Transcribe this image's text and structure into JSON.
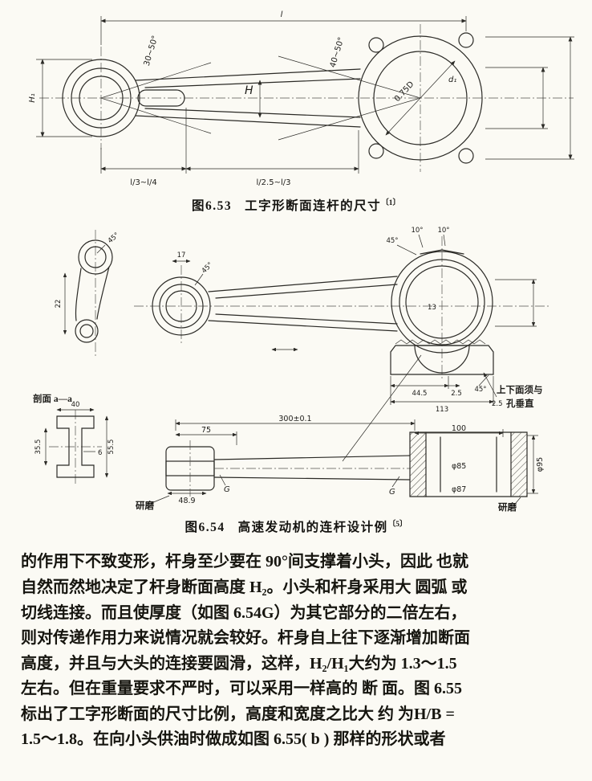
{
  "fig1": {
    "caption_label": "图6.53",
    "caption_title": "工字形断面连杆的尺寸",
    "caption_ref": "〔1〕",
    "labels": {
      "overall_length": "l",
      "angle_small_end": "30~50°",
      "angle_big_end": "40~50°",
      "shaft_height": "H",
      "small_end_height": "H₁",
      "big_bore": "0.75D",
      "big_bore_dia": "d₁",
      "frac_left": "l/3~l/4",
      "frac_mid": "l/2.5~l/3"
    }
  },
  "fig2": {
    "caption_label": "图6.54",
    "caption_title": "高速发动机的连杆设计例",
    "caption_ref": "〔5〕",
    "labels": {
      "section_title": "剖面 a—a",
      "dim_17": "17",
      "dim_45_small": "45°",
      "dim_45_left": "45°",
      "dim_22": "22",
      "dim_10_a": "10°",
      "dim_10_b": "10°",
      "dim_45_big": "45°",
      "dim_13": "13",
      "dim_44_5": "44.5",
      "dim_2_5_cap": "2.5",
      "dim_45_cap": "45°",
      "dim_113": "113",
      "note_perp_line1": "上下面须与",
      "note_perp_line2": "孔垂直",
      "note_perp_dim": "2.5",
      "sec_40": "40",
      "sec_6": "6",
      "sec_35_5": "35.5",
      "sec_55_5": "55.5",
      "dim_300": "300±0.1",
      "dim_75": "75",
      "dim_100": "100",
      "dim_48_9": "48.9",
      "g_left": "G",
      "g_right": "G",
      "dia_85": "φ85",
      "dia_95": "φ95",
      "dia_87": "φ87",
      "grind_left": "研磨",
      "grind_right": "研磨"
    }
  },
  "body": {
    "lines": [
      "的作用下不致变形，杆身至少要在 90°间支撑着小头，因此 也就",
      "自然而然地决定了杆身断面高度 H₂。小头和杆身采用大 圆弧 或",
      "切线连接。而且使厚度（如图 6.54G）为其它部分的二倍左右，",
      "则对传递作用力来说情况就会较好。杆身自上往下逐渐增加断面",
      "高度，并且与大头的连接要圆滑，这样，H₂/H₁大约为 1.3～1.5",
      "左右。但在重量要求不严时，可以采用一样高的 断 面。图 6.55",
      "标出了工字形断面的尺寸比例，高度和宽度之比大 约 为H/B =",
      "1.5～1.8。在向小头供油时做成如图 6.55( b ) 那样的形状或者"
    ]
  }
}
